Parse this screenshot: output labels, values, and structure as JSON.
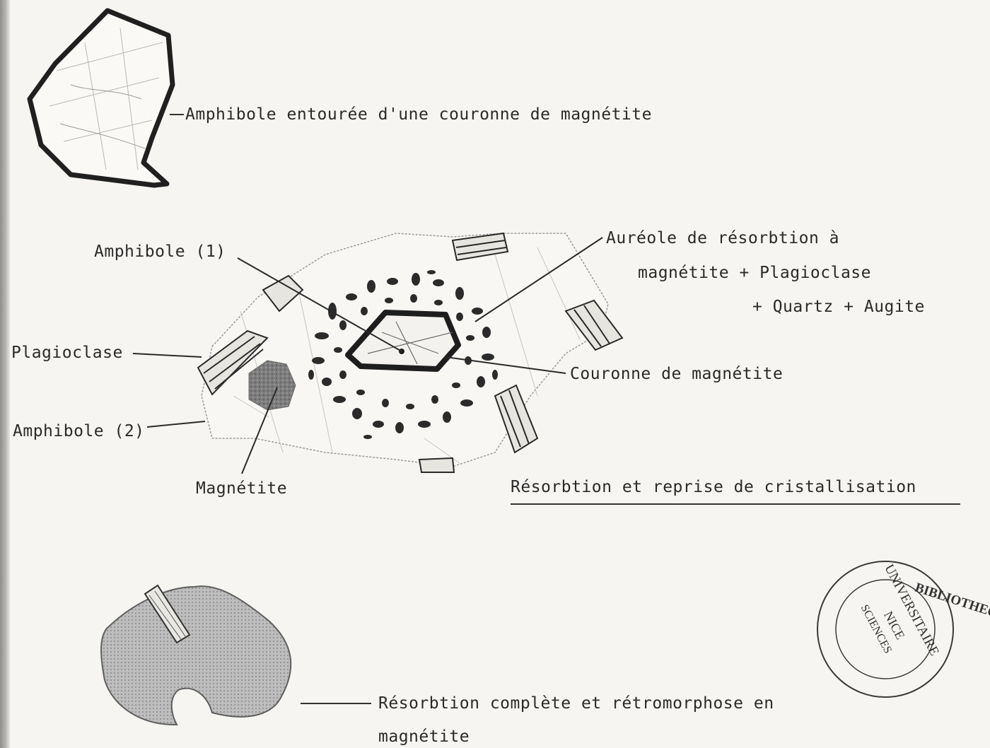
{
  "figure": {
    "panel_top": {
      "label": "Amphibole entourée d'une couronne de magnétite"
    },
    "panel_middle": {
      "labels": {
        "amphibole_1": "Amphibole (1)",
        "aureole_line1": "Auréole de résorbtion à",
        "aureole_line2": "magnétite + Plagioclase",
        "aureole_line3": "+ Quartz + Augite",
        "plagioclase": "Plagioclase",
        "couronne": "Couronne de magnétite",
        "amphibole_2": "Amphibole (2)",
        "magnetite": "Magnétite"
      },
      "caption": "Résorbtion et reprise de cristallisation"
    },
    "panel_bottom": {
      "label_line1": "Résorbtion complète et rétromorphose en",
      "label_line2": "magnétite"
    }
  },
  "stamp": {
    "outer_text": "BIBLIOTHEQUE UNIVERSITAIRE",
    "inner_line1": "NICE",
    "inner_line2": "SCIENCES"
  }
}
